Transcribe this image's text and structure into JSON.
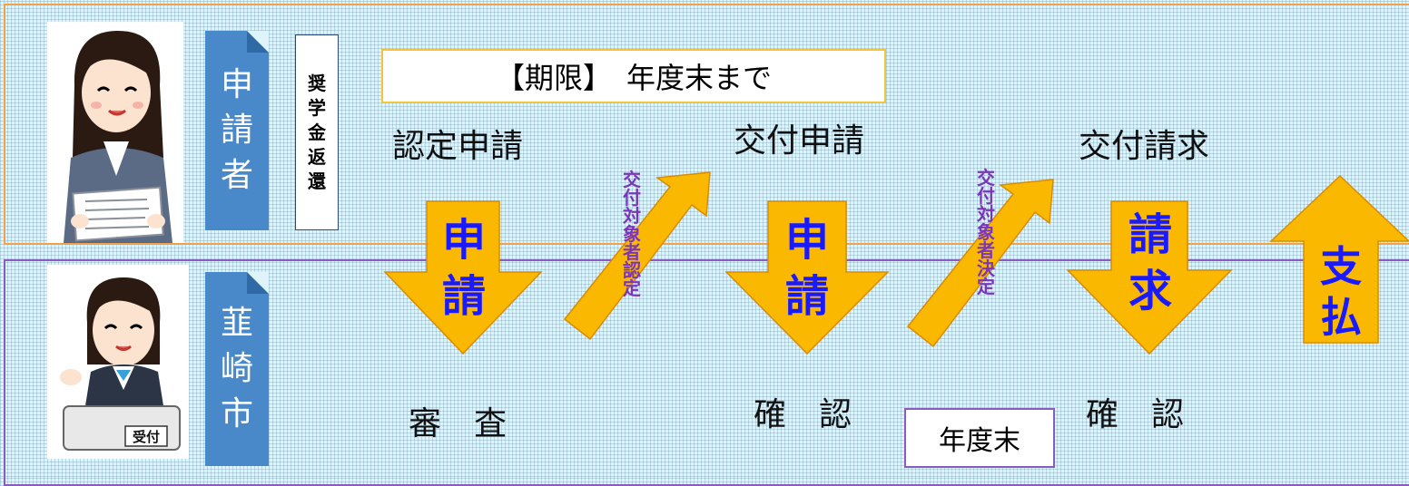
{
  "applicant": {
    "label_chars": [
      "申",
      "請",
      "者"
    ]
  },
  "scholarship": {
    "label_chars": [
      "奨",
      "学",
      "金",
      "返",
      "還"
    ]
  },
  "city": {
    "label_chars": [
      "韮",
      "崎",
      "市"
    ]
  },
  "reception_sign": "受付",
  "deadline": {
    "text": "【期限】　年度末まで"
  },
  "steps": {
    "certify_apply": "認定申請",
    "grant_apply": "交付申請",
    "grant_request": "交付請求",
    "review": "審査",
    "confirm1": "確認",
    "confirm2": "確認"
  },
  "arrows": {
    "down1_chars": [
      "申",
      "請"
    ],
    "down2_chars": [
      "申",
      "請"
    ],
    "down3_chars": [
      "請",
      "求"
    ],
    "pay_chars": [
      "支",
      "払"
    ],
    "diag1_chars": [
      "交",
      "付",
      "対",
      "象",
      "者",
      "認",
      "定"
    ],
    "diag2_chars": [
      "交",
      "付",
      "対",
      "象",
      "者",
      "決",
      "定"
    ]
  },
  "year_end": "年度末",
  "colors": {
    "applicant_border": "#f0a24a",
    "city_border": "#8a5cc0",
    "blue_box": "#4a89c9",
    "arrow_fill": "#fbb800",
    "arrow_text": "#1a1aff",
    "diagonal_text": "#7b36b8",
    "deadline_border": "#f3c33a"
  }
}
